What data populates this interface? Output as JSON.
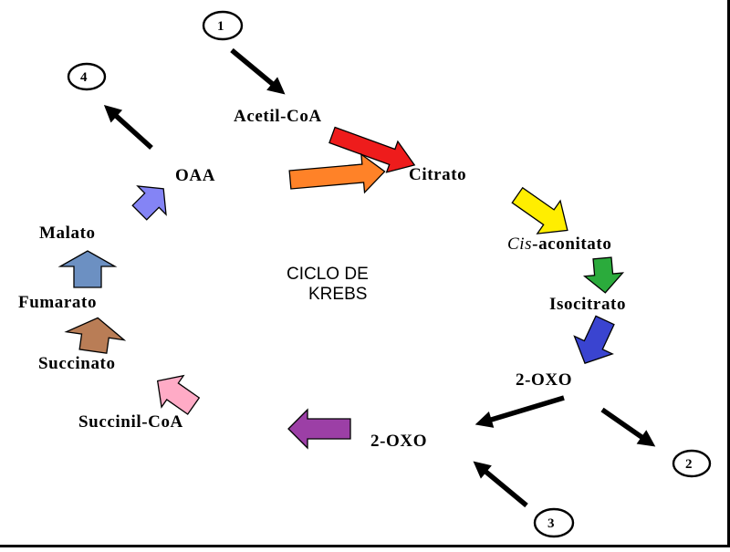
{
  "diagram": {
    "center_label": [
      "CICLO DE",
      "KREBS"
    ],
    "metabolites": {
      "acetil_coa": "Acetil-CoA",
      "citrato": "Citrato",
      "cis_prefix": "Cis",
      "cis_suffix": "-aconitato",
      "isocitrato": "Isocitrato",
      "oxo_upper": "2-OXO",
      "oxo_lower": "2-OXO",
      "succinil_coa": "Succinil-CoA",
      "succinato": "Succinato",
      "fumarato": "Fumarato",
      "malato": "Malato",
      "oaa": "OAA"
    },
    "markers": [
      "1",
      "2",
      "3",
      "4"
    ],
    "colors": {
      "acetil_to_citrato": "#ee1c1c",
      "oaa_to_citrato": "#ff8228",
      "citrato_to_cis": "#ffee00",
      "cis_to_isocitrato": "#2bab3c",
      "isocitrato_to_oxo": "#3a44d0",
      "oxo_to_succinil": "#9c3fa6",
      "succinil_to_succinato": "#ffabc6",
      "succinato_to_fumarato": "#b97d56",
      "fumarato_to_malato": "#6c90c2",
      "malato_to_oaa": "#8484f5"
    }
  }
}
